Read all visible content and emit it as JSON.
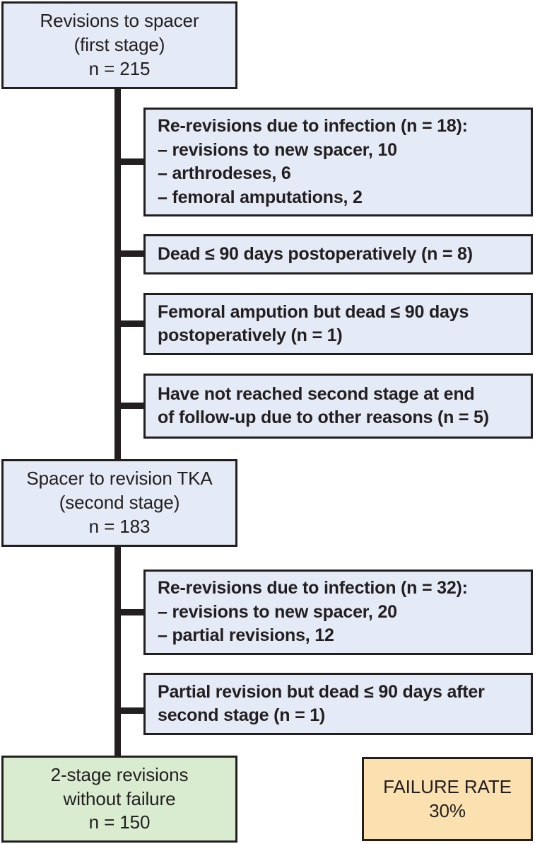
{
  "diagram": {
    "type": "flowchart",
    "title": "Two-stage revision TKA patient flow",
    "colors": {
      "box_fill_blue": "#e4eaf6",
      "box_fill_green": "#d9ecd0",
      "box_fill_orange": "#fbe0b0",
      "border": "#231f20",
      "text": "#231f20"
    }
  },
  "nodes": {
    "first_stage": {
      "lines": [
        "Revisions to spacer",
        "(first stage)",
        "n = 215"
      ]
    },
    "exclusion_1": {
      "lines": [
        "Re-revisions due to infection (n = 18):",
        "– revisions to new spacer, 10",
        "– arthrodeses, 6",
        "– femoral amputations, 2"
      ]
    },
    "exclusion_2": {
      "lines": [
        "Dead ≤ 90 days postoperatively (n = 8)"
      ]
    },
    "exclusion_3": {
      "lines": [
        "Femoral ampution but dead ≤ 90 days",
        "postoperatively (n = 1)"
      ]
    },
    "exclusion_4": {
      "lines": [
        "Have not reached second stage at end",
        "of follow-up due to other reasons (n = 5)"
      ]
    },
    "second_stage": {
      "lines": [
        "Spacer to revision TKA",
        "(second stage)",
        "n = 183"
      ]
    },
    "exclusion_5": {
      "lines": [
        "Re-revisions due to infection (n = 32):",
        "– revisions to new spacer, 20",
        "– partial revisions, 12"
      ]
    },
    "exclusion_6": {
      "lines": [
        "Partial revision but dead ≤ 90 days after",
        "second stage (n = 1)"
      ]
    },
    "outcome": {
      "lines": [
        "2-stage revisions",
        "without failure",
        "n = 150"
      ]
    },
    "failure_rate": {
      "lines": [
        "FAILURE RATE",
        "30%"
      ]
    }
  }
}
